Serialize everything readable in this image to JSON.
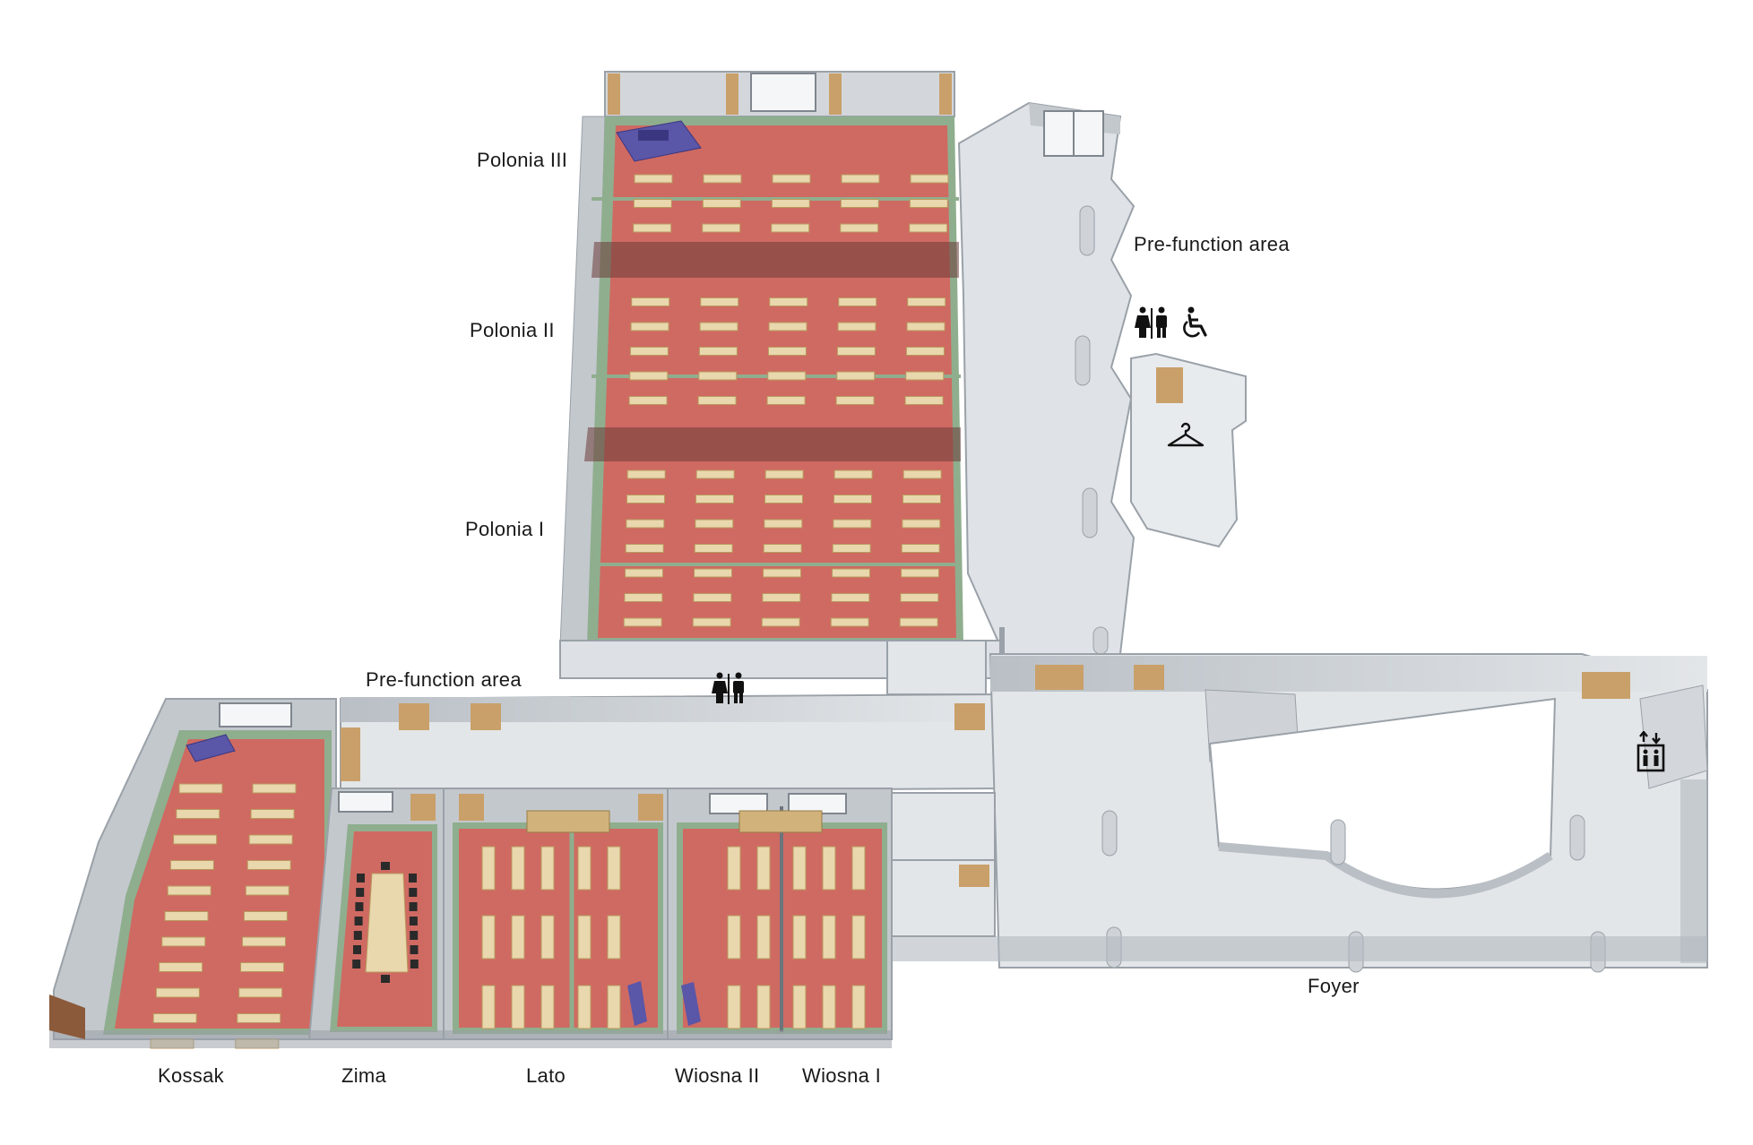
{
  "labels": {
    "polonia_iii": "Polonia III",
    "polonia_ii": "Polonia II",
    "polonia_i": "Polonia I",
    "prefunction_east": "Pre-function area",
    "prefunction_south": "Pre-function area",
    "kossak": "Kossak",
    "zima": "Zima",
    "lato": "Lato",
    "wiosna_ii": "Wiosna II",
    "wiosna_i": "Wiosna I",
    "foyer": "Foyer"
  },
  "icons": {
    "restroom_north": "restroom-icon",
    "accessible": "wheelchair-icon",
    "cloakroom": "coat-hanger-icon",
    "restroom_south": "restroom-icon",
    "elevator": "elevator-icon"
  },
  "colors": {
    "carpet": "#cf6a62",
    "carpet_edge": "#8fae8e",
    "wall": "#c9ced3",
    "floor_gray": "#dfe3e7",
    "table": "#e9d7ad",
    "stage": "#5a56a8",
    "door": "#c9a06a"
  }
}
